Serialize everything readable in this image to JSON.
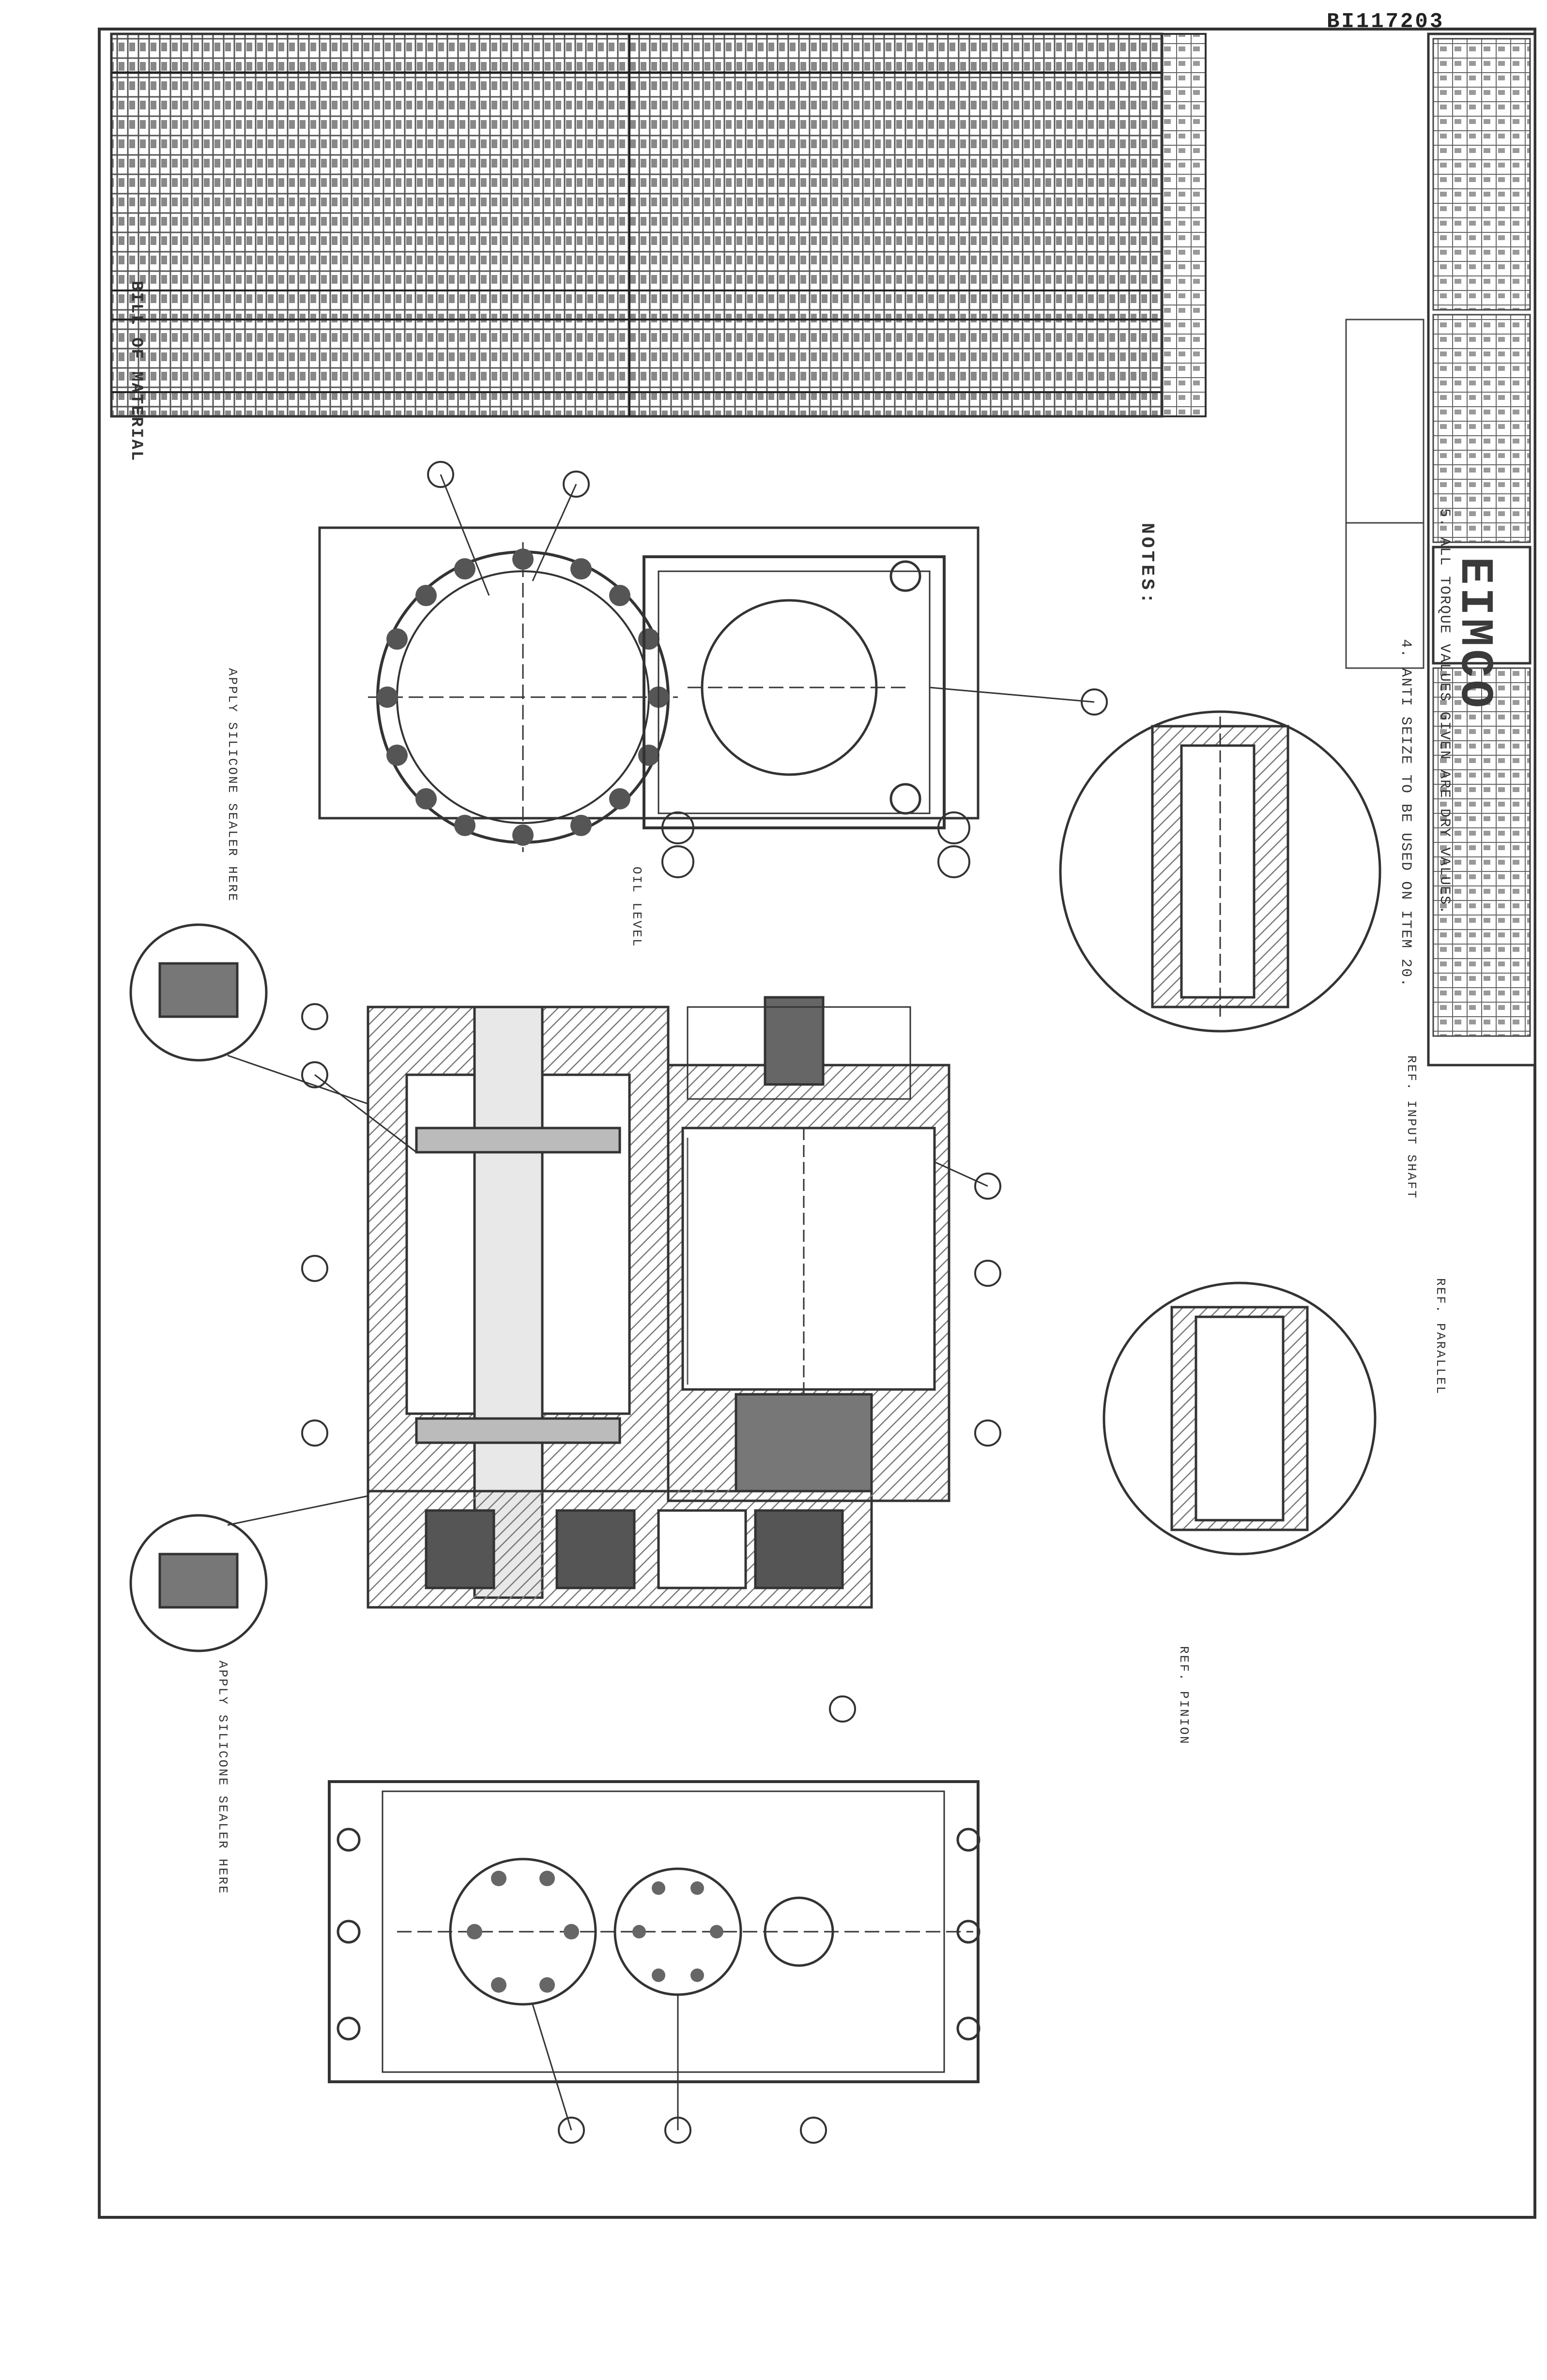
{
  "drawing_number": "BI117203",
  "bill_of_materials": {
    "title": "BILL OF MATERIAL"
  },
  "notes": {
    "title": "NOTES:",
    "items": [
      "4. ANTI SEIZE TO BE USED ON ITEM 20.",
      "5. ALL TORQUE VALUES GIVEN ARE DRY VALUES."
    ]
  },
  "callouts": {
    "apply_silicone_top": "APPLY SILICONE SEALER HERE",
    "apply_silicone_bottom": "APPLY SILICONE SEALER HERE",
    "oil_level": "OIL LEVEL",
    "ref_parallel": "REF. PARALLEL",
    "ref_pinion": "REF. PINION",
    "ref_input_shaft": "REF. INPUT SHAFT"
  },
  "title_block": {
    "company": "EIMCO"
  }
}
